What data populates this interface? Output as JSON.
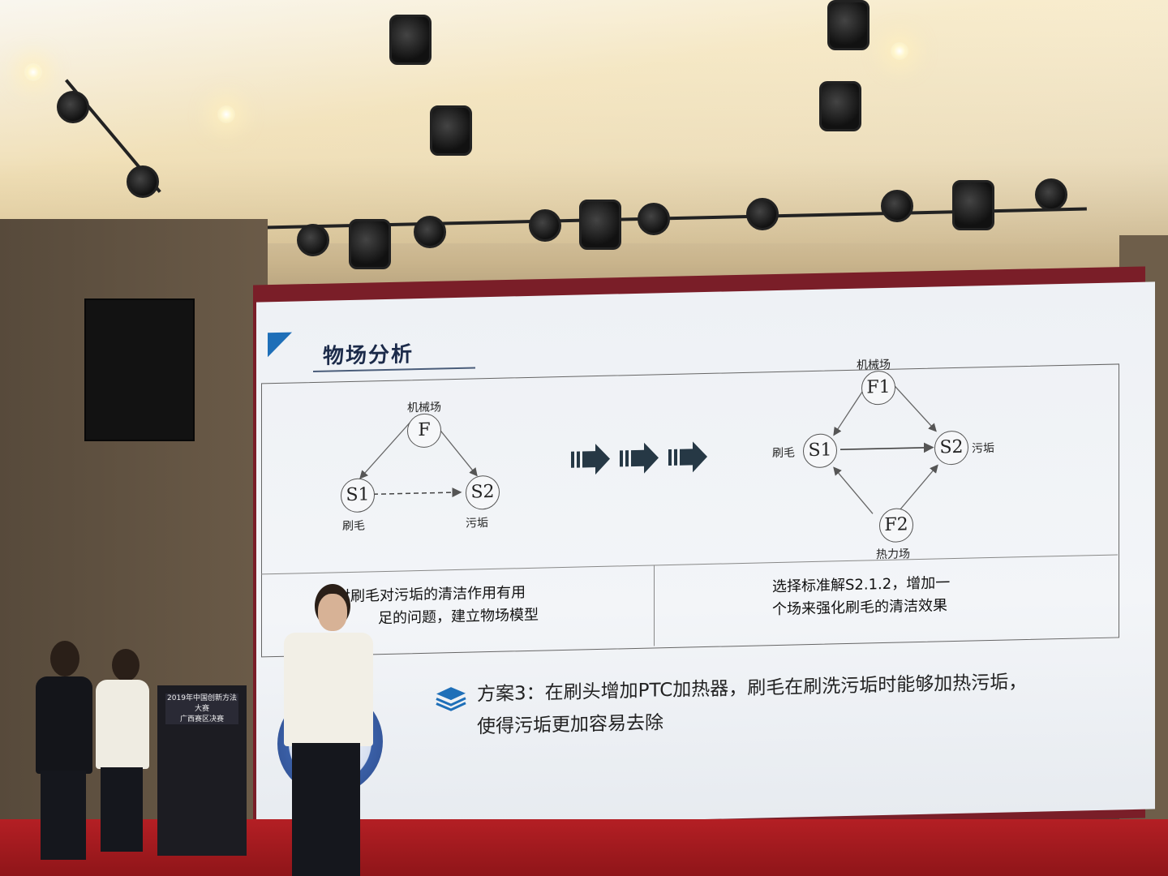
{
  "slide": {
    "title": "物场分析",
    "left_diagram": {
      "top_node": "F",
      "top_label": "机械场",
      "left_node": "S1",
      "left_label": "刷毛",
      "right_node": "S2",
      "right_label": "污垢"
    },
    "right_diagram": {
      "top_node": "F1",
      "top_label": "机械场",
      "left_node": "S1",
      "left_label": "刷毛",
      "right_node": "S2",
      "right_label": "污垢",
      "bottom_node": "F2",
      "bottom_label": "热力场"
    },
    "left_caption_line1": "针对刷毛对污垢的清洁作用有用",
    "left_caption_line2": "足的问题，建立物场模型",
    "right_caption_line1": "选择标准解S2.1.2，增加一",
    "right_caption_line2": "个场来强化刷毛的清洁效果",
    "solution_line1": "方案3：在刷头增加PTC加热器，刷毛在刷洗污垢时能够加热污垢，",
    "solution_line2": "使得污垢更加容易去除"
  },
  "podium": {
    "line1": "2019年中国创新方法大赛",
    "line2": "广西赛区决赛"
  },
  "colors": {
    "accent_blue": "#1e6fb8",
    "arrow_dark": "#263845",
    "carpet_red": "#b41f24",
    "screen_frame": "#7a1e28"
  }
}
